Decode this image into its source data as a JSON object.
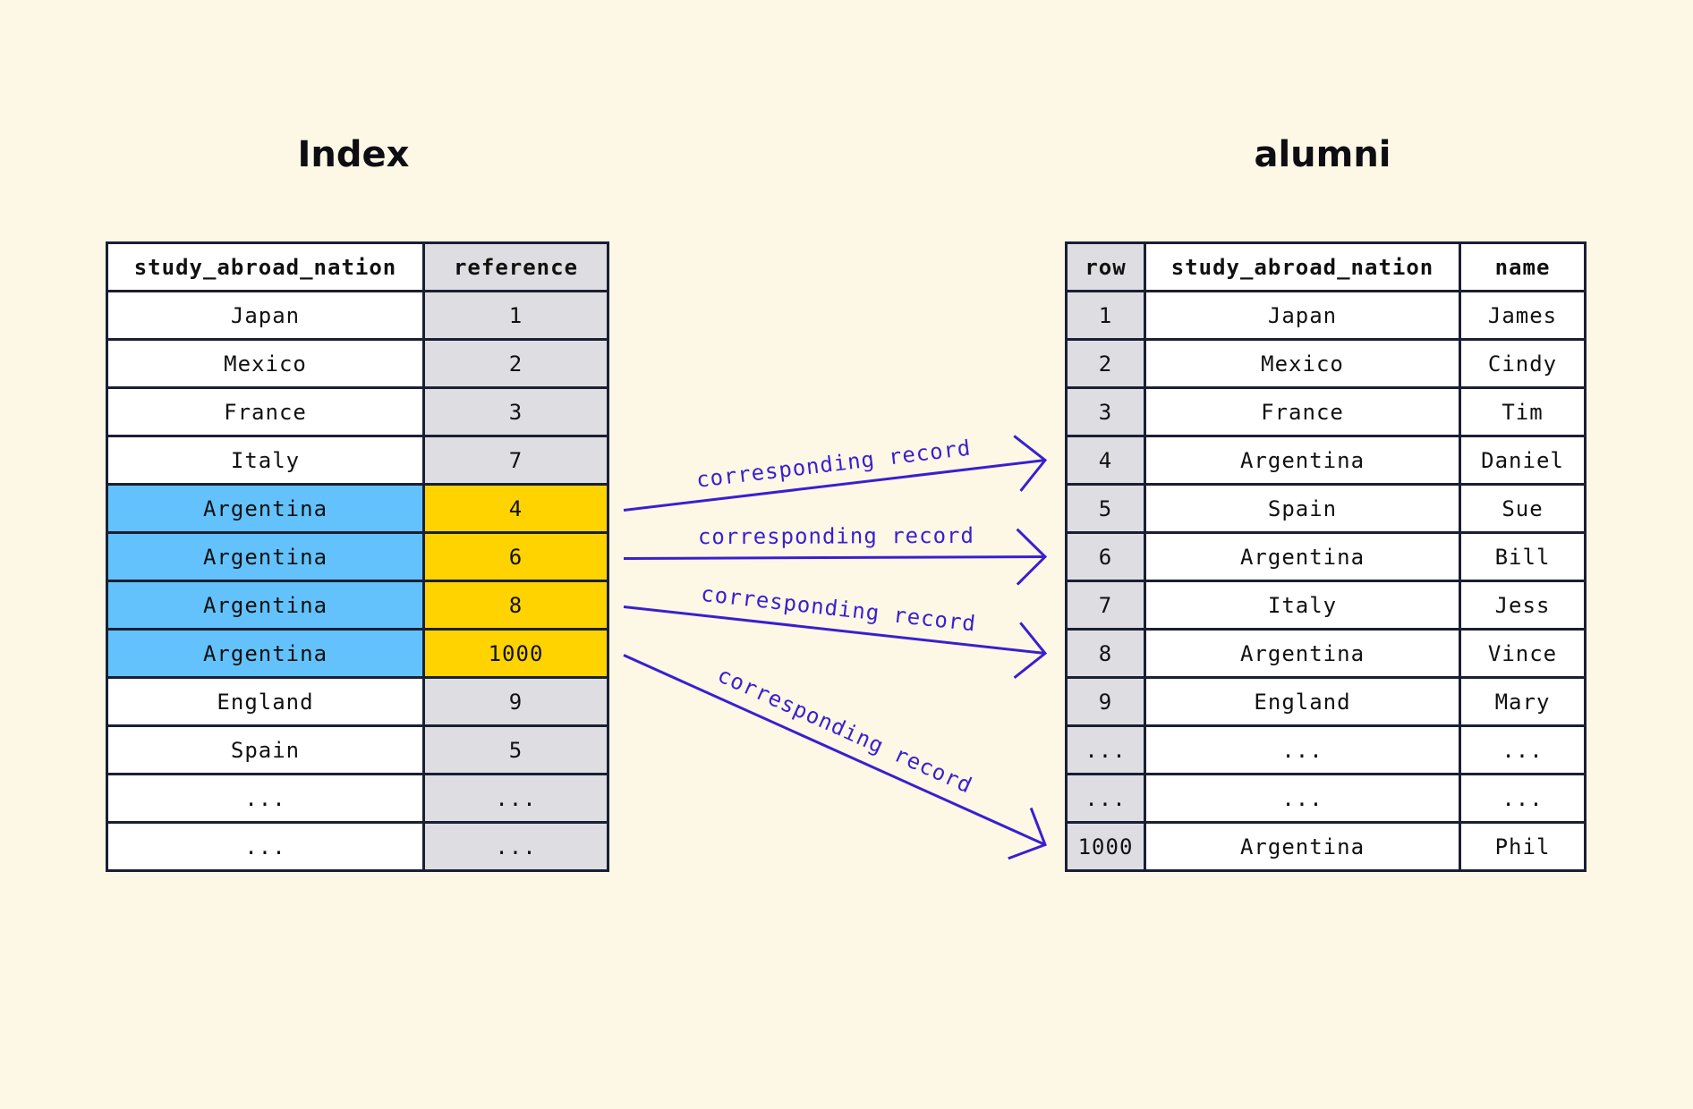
{
  "index": {
    "title": "Index",
    "headers": [
      "study_abroad_nation",
      "reference"
    ],
    "rows": [
      {
        "nation": "Japan",
        "reference": "1",
        "highlight": false
      },
      {
        "nation": "Mexico",
        "reference": "2",
        "highlight": false
      },
      {
        "nation": "France",
        "reference": "3",
        "highlight": false
      },
      {
        "nation": "Italy",
        "reference": "7",
        "highlight": false
      },
      {
        "nation": "Argentina",
        "reference": "4",
        "highlight": true
      },
      {
        "nation": "Argentina",
        "reference": "6",
        "highlight": true
      },
      {
        "nation": "Argentina",
        "reference": "8",
        "highlight": true
      },
      {
        "nation": "Argentina",
        "reference": "1000",
        "highlight": true
      },
      {
        "nation": "England",
        "reference": "9",
        "highlight": false
      },
      {
        "nation": "Spain",
        "reference": "5",
        "highlight": false
      },
      {
        "nation": "...",
        "reference": "...",
        "highlight": false
      },
      {
        "nation": "...",
        "reference": "...",
        "highlight": false
      }
    ]
  },
  "alumni": {
    "title": "alumni",
    "headers": [
      "row",
      "study_abroad_nation",
      "name"
    ],
    "rows": [
      {
        "row": "1",
        "nation": "Japan",
        "name": "James"
      },
      {
        "row": "2",
        "nation": "Mexico",
        "name": "Cindy"
      },
      {
        "row": "3",
        "nation": "France",
        "name": "Tim"
      },
      {
        "row": "4",
        "nation": "Argentina",
        "name": "Daniel"
      },
      {
        "row": "5",
        "nation": "Spain",
        "name": "Sue"
      },
      {
        "row": "6",
        "nation": "Argentina",
        "name": "Bill"
      },
      {
        "row": "7",
        "nation": "Italy",
        "name": "Jess"
      },
      {
        "row": "8",
        "nation": "Argentina",
        "name": "Vince"
      },
      {
        "row": "9",
        "nation": "England",
        "name": "Mary"
      },
      {
        "row": "...",
        "nation": "...",
        "name": "..."
      },
      {
        "row": "...",
        "nation": "...",
        "name": "..."
      },
      {
        "row": "1000",
        "nation": "Argentina",
        "name": "Phil"
      }
    ]
  },
  "arrows": [
    {
      "label": "corresponding record",
      "from_index_row": 4,
      "to_alumni_row": 3
    },
    {
      "label": "corresponding record",
      "from_index_row": 5,
      "to_alumni_row": 5
    },
    {
      "label": "corresponding record",
      "from_index_row": 6,
      "to_alumni_row": 7
    },
    {
      "label": "corresponding record",
      "from_index_row": 7,
      "to_alumni_row": 11
    }
  ],
  "colors": {
    "background": "#fdf8e6",
    "grid_border": "#1a1f33",
    "shaded_column": "#dedde2",
    "highlight_nation": "#63c2fb",
    "highlight_reference": "#ffd300",
    "arrow": "#3a1fd0"
  }
}
